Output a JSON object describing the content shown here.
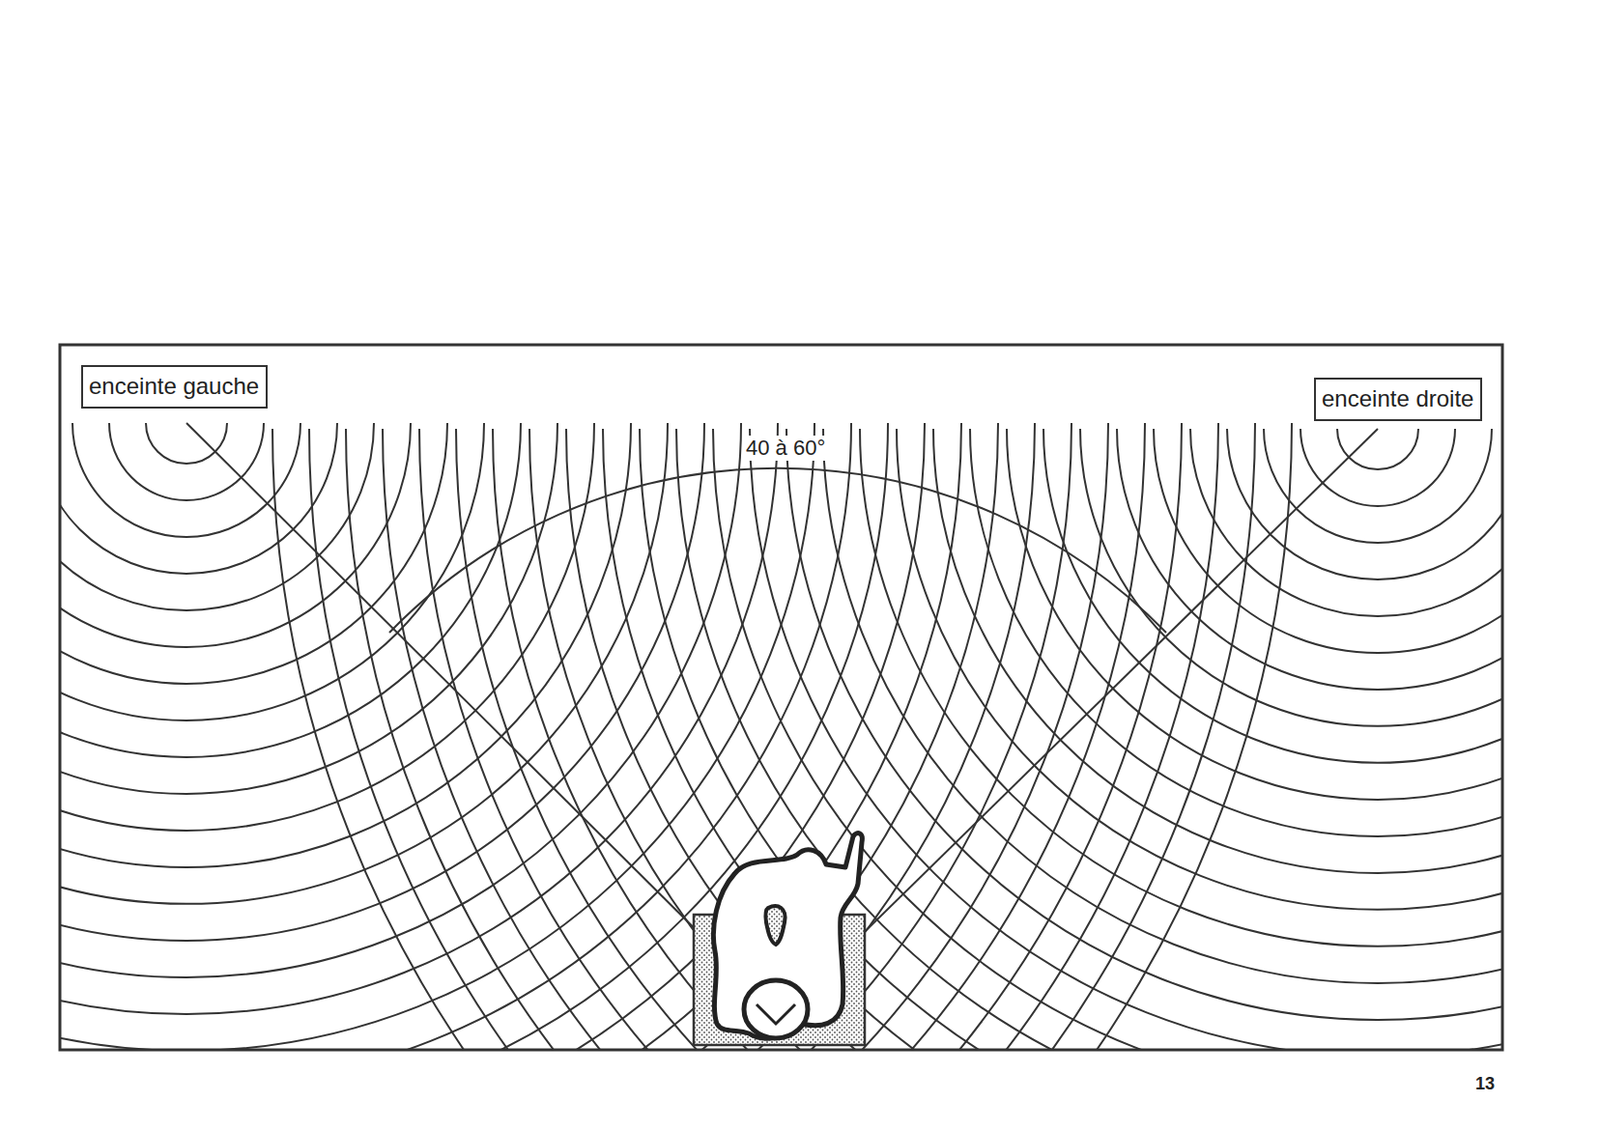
{
  "diagram": {
    "nodes": [
      {
        "text": [
          "enceinte gauche"
        ]
      },
      {
        "text": [
          "enceinte droite"
        ]
      }
    ],
    "labels": [
      "40 à 60°",
      "13"
    ]
  }
}
